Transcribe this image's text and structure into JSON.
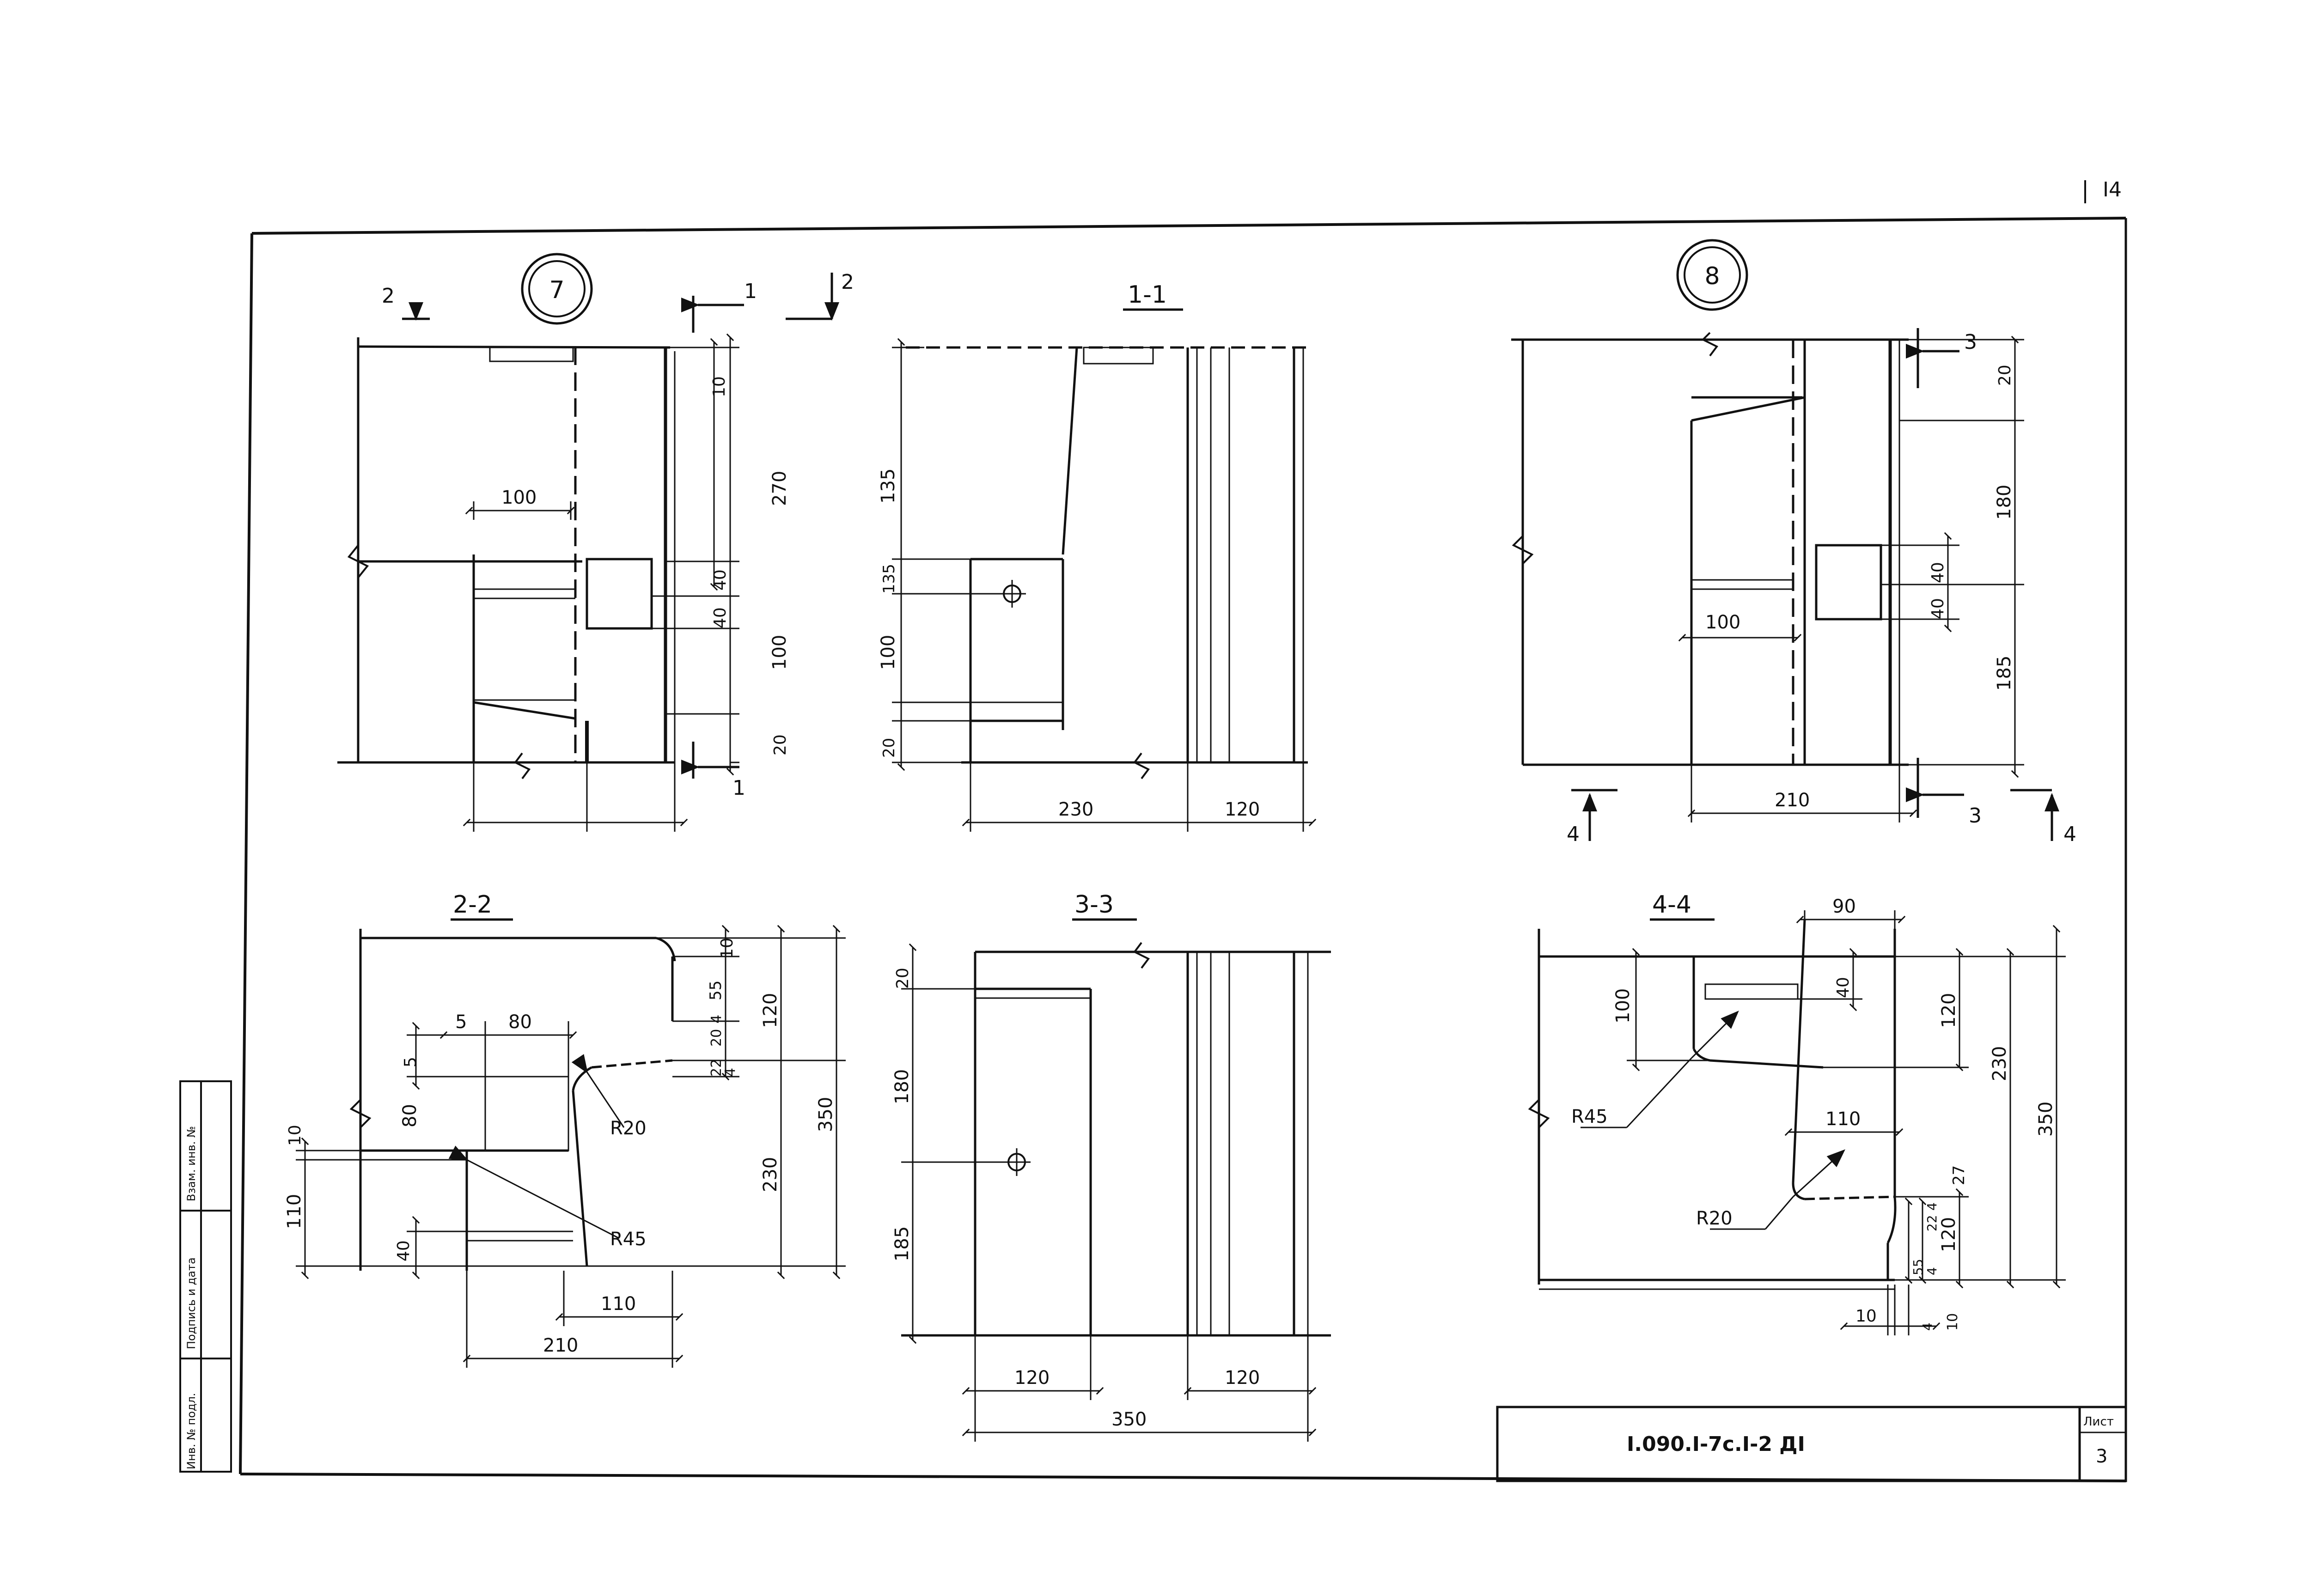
{
  "sheet": {
    "corner_number": "I4",
    "designation": "I.090.I-7c.I-2 ДI",
    "sheet_label": "Лист",
    "sheet_number": "3"
  },
  "stamp": {
    "inv_podl": "Инв. № подл.",
    "podpis_data": "Подпись и дата",
    "vzam_inv": "Взам. инв. №"
  },
  "views": {
    "node7": {
      "marker": "7",
      "cut_2": "2",
      "cut_1": "1",
      "dims": [
        "100",
        "10",
        "270",
        "40",
        "40",
        "100",
        "20"
      ]
    },
    "section_1_1": {
      "title": "1-1",
      "dims": [
        "135",
        "135",
        "100",
        "20",
        "230",
        "120"
      ]
    },
    "node8": {
      "marker": "8",
      "cut_3": "3",
      "cut_4": "4",
      "dims": [
        "20",
        "180",
        "40",
        "40",
        "100",
        "185",
        "210"
      ]
    },
    "section_2_2": {
      "title": "2-2",
      "dims": [
        "5",
        "80",
        "5",
        "80",
        "10",
        "110",
        "40",
        "10",
        "55",
        "4",
        "20",
        "22",
        "4",
        "120",
        "350",
        "230",
        "110",
        "210"
      ],
      "radii": [
        "R20",
        "R45"
      ]
    },
    "section_3_3": {
      "title": "3-3",
      "dims": [
        "20",
        "180",
        "185",
        "120",
        "120",
        "350"
      ]
    },
    "section_4_4": {
      "title": "4-4",
      "dims": [
        "90",
        "40",
        "100",
        "120",
        "230",
        "350",
        "110",
        "27",
        "4",
        "22",
        "120",
        "55",
        "4",
        "10",
        "10",
        "4"
      ],
      "radii": [
        "R45",
        "R20"
      ]
    }
  }
}
